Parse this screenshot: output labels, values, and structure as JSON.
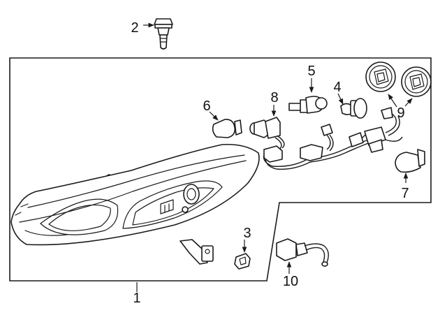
{
  "diagram": {
    "callouts": {
      "c1": "1",
      "c2": "2",
      "c3": "3",
      "c4": "4",
      "c5": "5",
      "c6": "6",
      "c7": "7",
      "c8": "8",
      "c9": "9",
      "c10": "10"
    },
    "parts": [
      {
        "id": "1",
        "name": "headlamp-assembly"
      },
      {
        "id": "2",
        "name": "mounting-bolt"
      },
      {
        "id": "3",
        "name": "retainer-clip"
      },
      {
        "id": "4",
        "name": "small-bulb"
      },
      {
        "id": "5",
        "name": "headlamp-bulb"
      },
      {
        "id": "6",
        "name": "side-marker-bulb"
      },
      {
        "id": "7",
        "name": "turn-signal-bulb"
      },
      {
        "id": "8",
        "name": "socket-wiring-harness"
      },
      {
        "id": "9",
        "name": "access-covers"
      },
      {
        "id": "10",
        "name": "harness-connector"
      }
    ]
  }
}
